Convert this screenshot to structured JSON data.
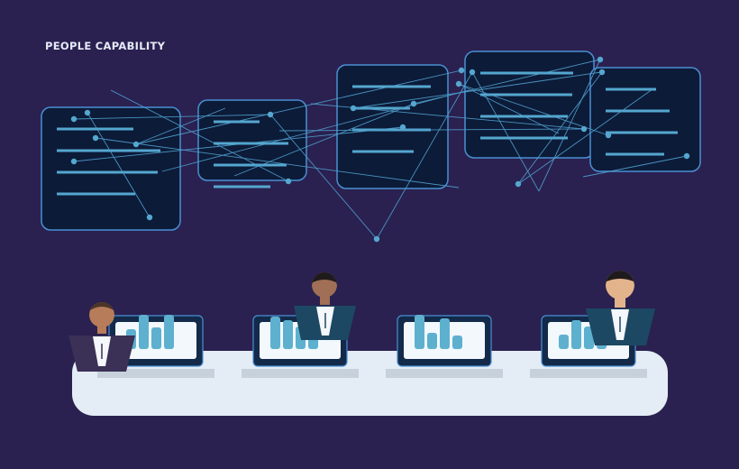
{
  "header": {
    "title": "PEOPLE CAPABILITY"
  },
  "colors": {
    "background": "#2a2150",
    "panel_fill": "#0c1b38",
    "panel_border": "#4a8fd2",
    "text_line": "#55a7cf",
    "connector": "#4f9fcd",
    "desk": "#e4ecf5",
    "monitor_frame": "#132a4a",
    "monitor_screen": "#f2f8fc",
    "bar": "#5eb0cf",
    "suit_dark": "#3b3055",
    "suit_teal": "#1c4863"
  },
  "icons": [
    "info-panel",
    "data-bar-chart-icon",
    "person-at-desk"
  ]
}
